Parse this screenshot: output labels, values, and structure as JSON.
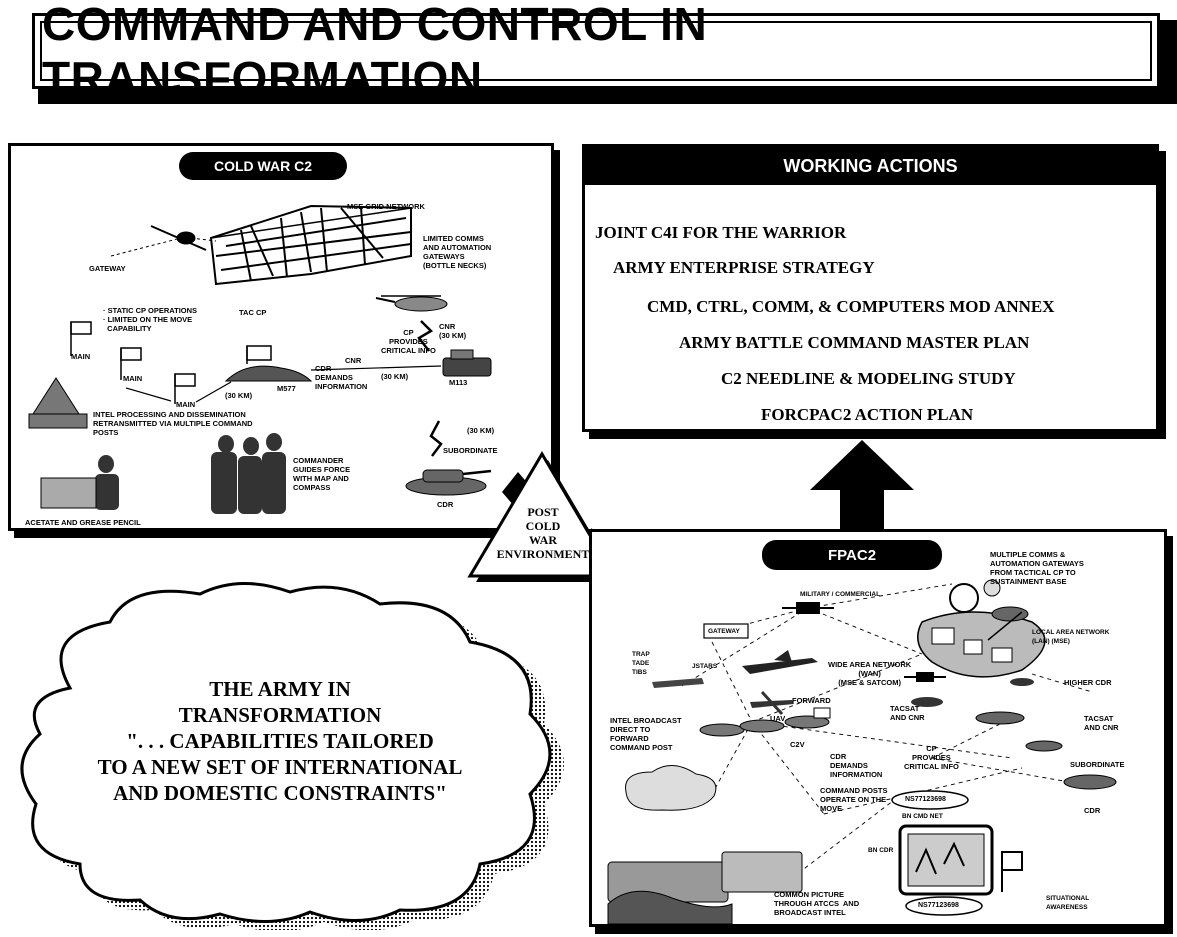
{
  "title": "COMMAND AND CONTROL IN TRANSFORMATION",
  "cold_war": {
    "header": "COLD WAR C2",
    "labels": {
      "mse_grid": "MSE GRID NETWORK",
      "limited_comms": "LIMITED COMMS\nAND AUTOMATION\nGATEWAYS\n(BOTTLE NECKS)",
      "gateway": "GATEWAY",
      "static_cp": "· STATIC CP OPERATIONS\n· LIMITED ON THE MOVE\n  CAPABILITY",
      "tac_cp": "TAC CP",
      "main1": "MAIN",
      "main2": "MAIN",
      "main3": "MAIN",
      "cnr_30": "CNR\n(30 KM)",
      "cp_provides": "CP\nPROVIDES\nCRITICAL INFO",
      "cnr": "CNR",
      "cdr_demands": "CDR\nDEMANDS\nINFORMATION",
      "km30a": "(30 KM)",
      "km30b": "(30 KM)",
      "km30c": "(30 KM)",
      "m577": "M577",
      "m113": "M113",
      "intel": "INTEL PROCESSING AND DISSEMINATION\nRETRANSMITTED VIA MULTIPLE COMMAND\nPOSTS",
      "subordinate": "SUBORDINATE",
      "commander": "COMMANDER\nGUIDES FORCE\nWITH MAP AND\nCOMPASS",
      "cdr": "CDR",
      "acetate": "ACETATE AND GREASE PENCIL"
    }
  },
  "transition": {
    "text": "POST\nCOLD\nWAR\nENVIRONMENT"
  },
  "working_actions": {
    "header": "WORKING ACTIONS",
    "items": [
      "JOINT C4I FOR THE WARRIOR",
      "ARMY ENTERPRISE STRATEGY",
      "CMD, CTRL, COMM, & COMPUTERS MOD ANNEX",
      "ARMY BATTLE COMMAND MASTER PLAN",
      "C2 NEEDLINE & MODELING STUDY",
      "FORCPAC2 ACTION PLAN"
    ]
  },
  "cloud": {
    "lines": [
      "THE ARMY IN",
      "TRANSFORMATION",
      "\". . . CAPABILITIES TAILORED",
      "TO A NEW SET OF INTERNATIONAL",
      "AND DOMESTIC CONSTRAINTS\""
    ]
  },
  "fpac2": {
    "header": "FPAC2",
    "labels": {
      "multiple_comms": "MULTIPLE COMMS &\nAUTOMATION GATEWAYS\nFROM TACTICAL CP TO\nSUSTAINMENT BASE",
      "military_commercial": "MILITARY / COMMERCIAL",
      "gateway": "GATEWAY",
      "lan": "LOCAL AREA NETWORK\n(LAN) (MSE)",
      "trap": "TRAP\nTADE\nTIBS",
      "jstars": "JSTARS",
      "wan": "WIDE AREA NETWORK\n(WAN)\n(MSE & SATCOM)",
      "higher_cdr": "HIGHER CDR",
      "uav": "UAV",
      "forward": "FORWARD",
      "tacsat_cnr1": "TACSAT\nAND CNR",
      "tacsat_cnr2": "TACSAT\nAND CNR",
      "intel_broadcast": "INTEL BROADCAST\nDIRECT TO\nFORWARD\nCOMMAND POST",
      "c2v": "C2V",
      "cdr_demands": "CDR\nDEMANDS\nINFORMATION",
      "cp_provides": "CP\nPROVIDES\nCRITICAL INFO",
      "subordinate": "SUBORDINATE",
      "command_posts": "COMMAND POSTS\nOPERATE ON THE\nMOVE",
      "bn_cmd_net": "BN CMD NET",
      "grid1": "NS77123698",
      "cdr": "CDR",
      "bn_cdr": "BN CDR",
      "grid2": "NS77123698",
      "common_picture": "COMMON PICTURE\nTHROUGH ATCCS  AND\nBROADCAST INTEL",
      "situational": "SITUATIONAL\nAWARENESS"
    }
  }
}
